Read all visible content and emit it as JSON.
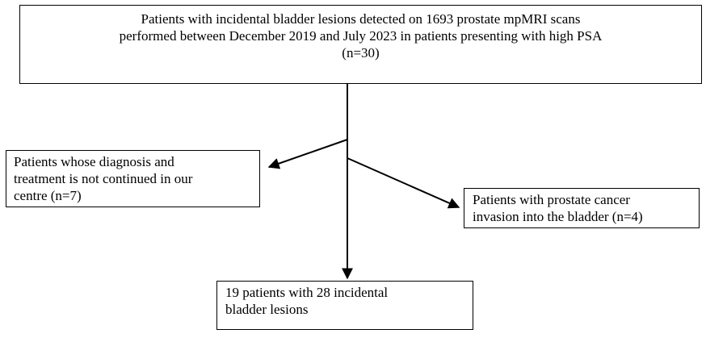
{
  "flowchart": {
    "top_box": {
      "lines": [
        "Patients with incidental bladder lesions detected on 1693 prostate mpMRI scans",
        "performed between December 2019 and July 2023 in patients presenting with high PSA",
        "(n=30)"
      ]
    },
    "left_box": {
      "lines": [
        "Patients whose diagnosis and",
        "treatment is not continued in our",
        "centre (n=7)"
      ]
    },
    "right_box": {
      "lines": [
        "Patients with prostate cancer",
        "invasion into the bladder (n=4)"
      ]
    },
    "bottom_box": {
      "lines": [
        "19 patients with 28 incidental",
        "bladder lesions"
      ]
    },
    "line_color": "#000000"
  }
}
